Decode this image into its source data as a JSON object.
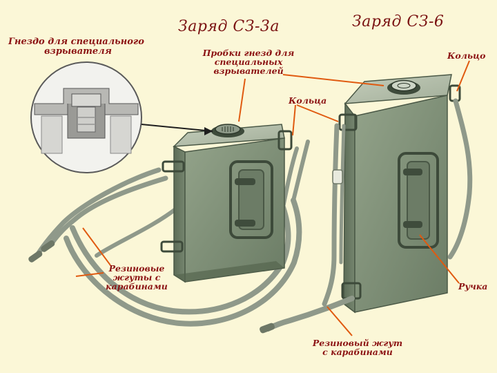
{
  "titles": {
    "charge_a": "Заряд СЗ-3а",
    "charge_b": "Заряд СЗ-6"
  },
  "labels": {
    "socket": [
      "Гнездо для специального",
      "взрывателя"
    ],
    "plugs": [
      "Пробки гнезд для",
      "специальных",
      "взрывателей"
    ],
    "rings_a": "Кольца",
    "ring_b": "Кольцо",
    "harness_a": [
      "Резиновые",
      "жгуты с",
      "карабинами"
    ],
    "handle": "Ручка",
    "harness_b": [
      "Резиновый жгут",
      "с карабинами"
    ]
  },
  "colors": {
    "background": "#fbf7d7",
    "label": "#8c1414",
    "leader": "#e05a10",
    "body": "#7f9077",
    "body_light": "#a9b6a0",
    "body_dark": "#5a6a55",
    "cord": "#8f998a"
  }
}
